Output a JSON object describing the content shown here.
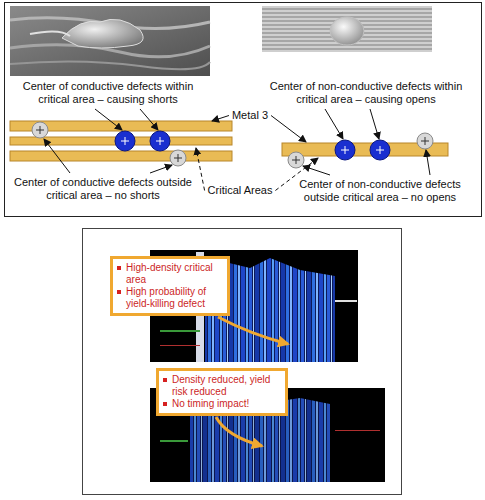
{
  "diagram": {
    "nodes": [
      {
        "text": [
          "High-density critical area",
          "High probability of yield-killing defect"
        ]
      },
      {
        "text": [
          "Density reduced, yield risk reduced",
          "No timing impact!"
        ]
      }
    ],
    "labels": [
      "Center of conductive defects within critical area – causing shorts",
      "Center of non-conductive defects within critical area – causing opens",
      "Metal 3",
      "Center of conductive defects outside critical area – no shorts",
      "Critical Areas",
      "Center of non-conductive defects outside critical area – no opens"
    ]
  }
}
